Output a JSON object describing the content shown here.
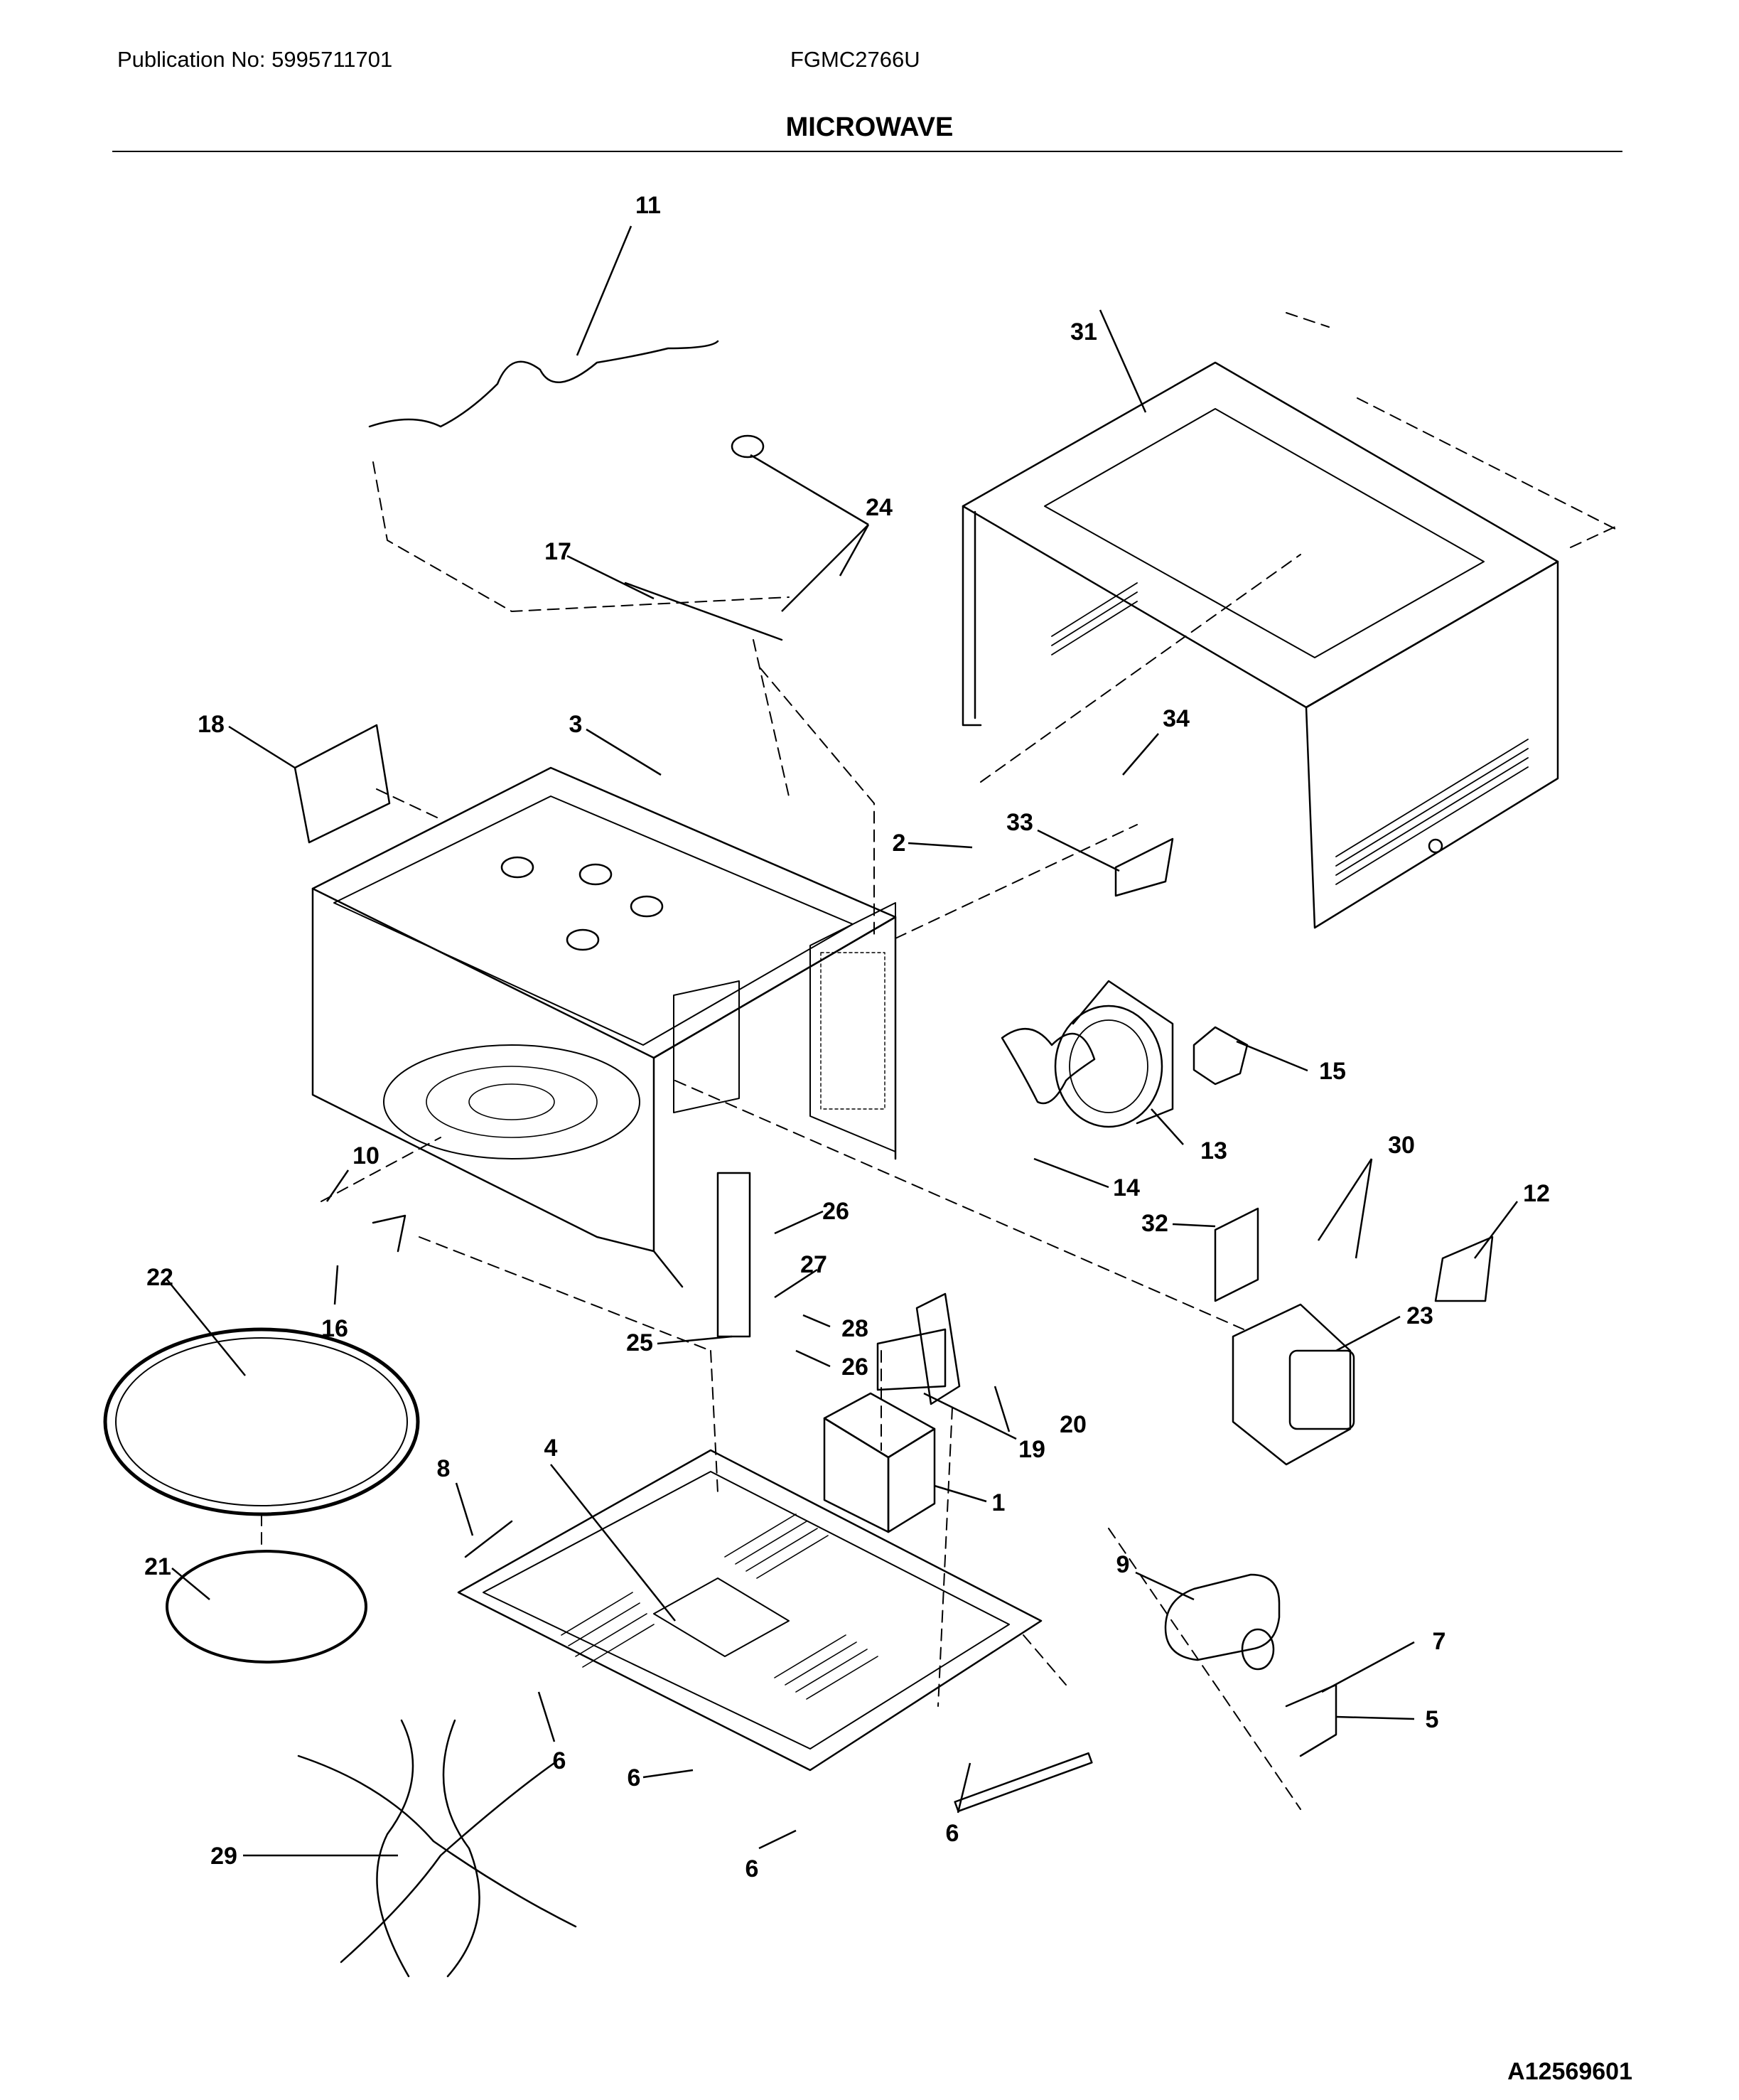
{
  "header": {
    "publication": "Publication No: 5995711701",
    "model": "FGMC2766U",
    "title": "MICROWAVE"
  },
  "callouts": [
    {
      "key": "c1",
      "label": "1"
    },
    {
      "key": "c2",
      "label": "2"
    },
    {
      "key": "c3",
      "label": "3"
    },
    {
      "key": "c4",
      "label": "4"
    },
    {
      "key": "c5",
      "label": "5"
    },
    {
      "key": "c6a",
      "label": "6"
    },
    {
      "key": "c6b",
      "label": "6"
    },
    {
      "key": "c6c",
      "label": "6"
    },
    {
      "key": "c6d",
      "label": "6"
    },
    {
      "key": "c7",
      "label": "7"
    },
    {
      "key": "c8",
      "label": "8"
    },
    {
      "key": "c9",
      "label": "9"
    },
    {
      "key": "c10",
      "label": "10"
    },
    {
      "key": "c11",
      "label": "11"
    },
    {
      "key": "c12",
      "label": "12"
    },
    {
      "key": "c13",
      "label": "13"
    },
    {
      "key": "c14",
      "label": "14"
    },
    {
      "key": "c15",
      "label": "15"
    },
    {
      "key": "c16",
      "label": "16"
    },
    {
      "key": "c17",
      "label": "17"
    },
    {
      "key": "c18",
      "label": "18"
    },
    {
      "key": "c19",
      "label": "19"
    },
    {
      "key": "c20",
      "label": "20"
    },
    {
      "key": "c21",
      "label": "21"
    },
    {
      "key": "c22",
      "label": "22"
    },
    {
      "key": "c23",
      "label": "23"
    },
    {
      "key": "c24",
      "label": "24"
    },
    {
      "key": "c25",
      "label": "25"
    },
    {
      "key": "c26a",
      "label": "26"
    },
    {
      "key": "c26b",
      "label": "26"
    },
    {
      "key": "c27",
      "label": "27"
    },
    {
      "key": "c28",
      "label": "28"
    },
    {
      "key": "c29",
      "label": "29"
    },
    {
      "key": "c30",
      "label": "30"
    },
    {
      "key": "c31",
      "label": "31"
    },
    {
      "key": "c32",
      "label": "32"
    },
    {
      "key": "c33",
      "label": "33"
    },
    {
      "key": "c34",
      "label": "34"
    }
  ],
  "footer": {
    "image_id": "A12569601"
  }
}
